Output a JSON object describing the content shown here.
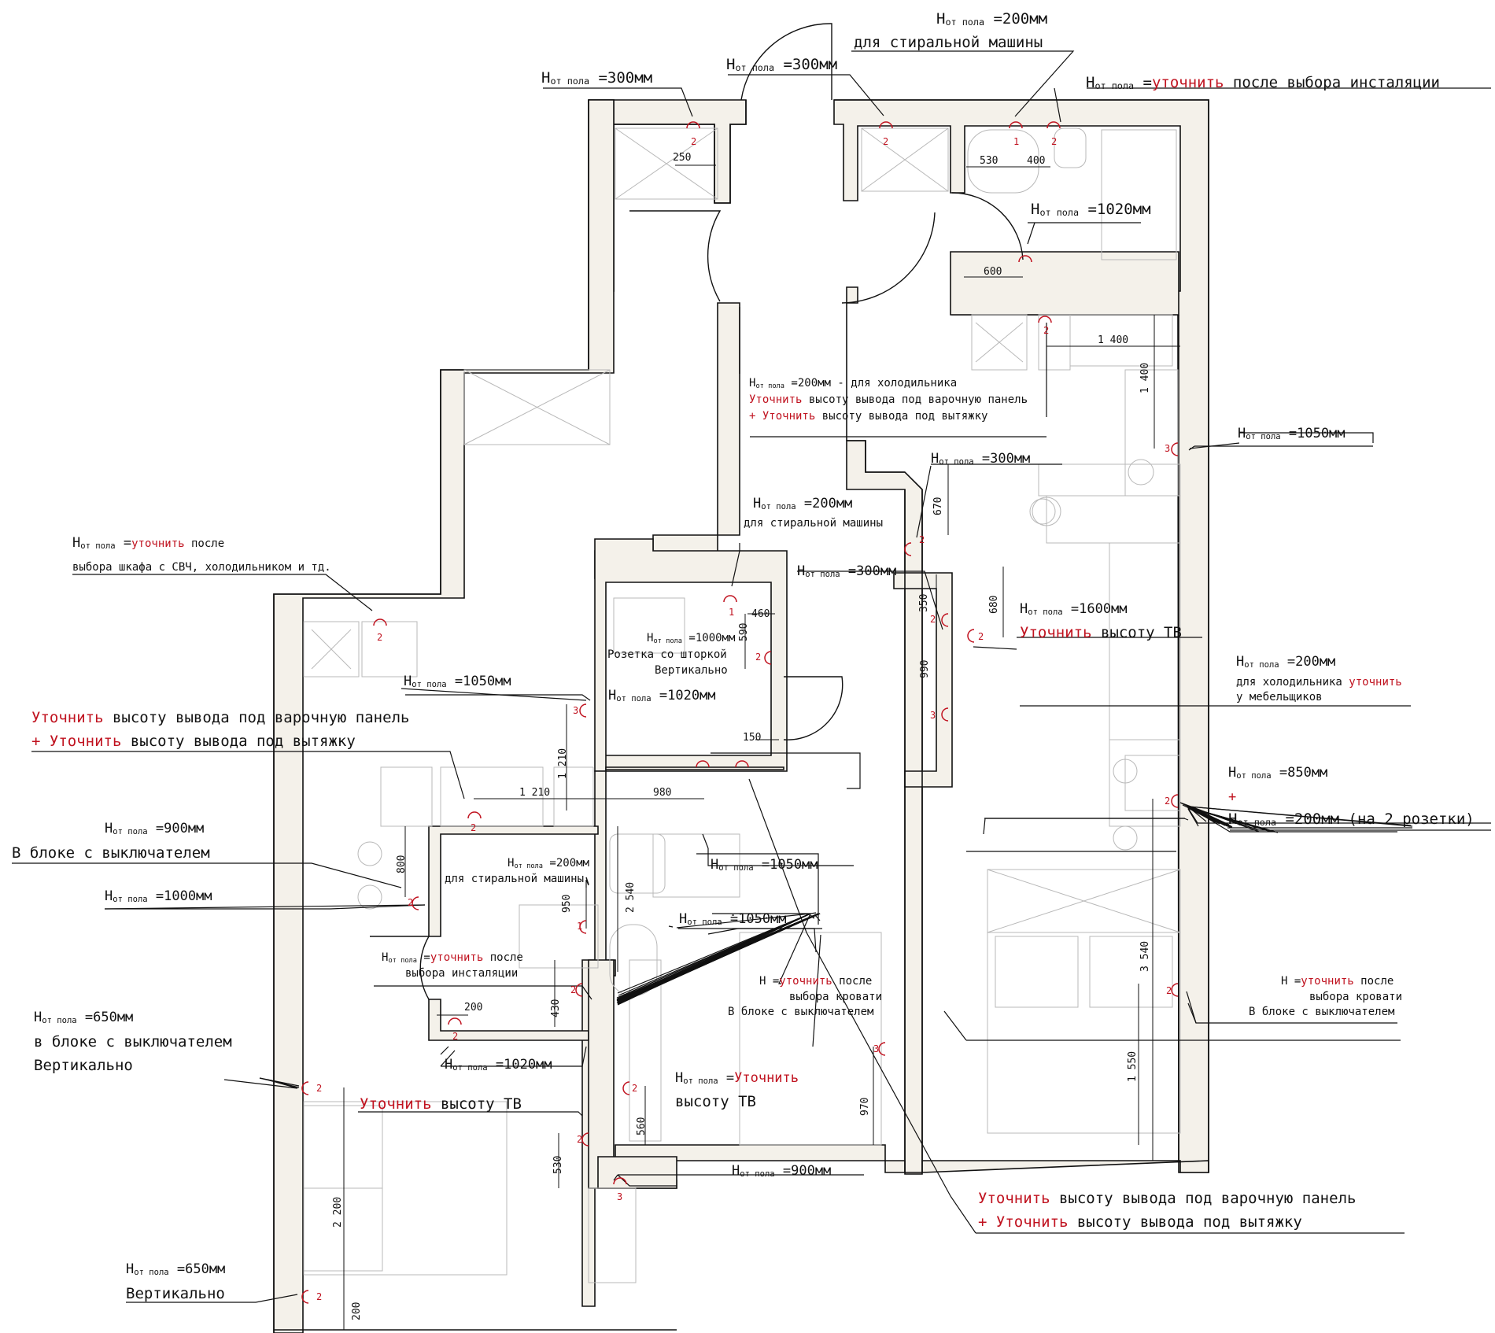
{
  "labels": {
    "h300_a": {
      "h": "H",
      "sub": "от пола",
      "rest": " =300мм"
    },
    "h300_b": {
      "h": "H",
      "sub": "от пола",
      "rest": " =300мм"
    },
    "h200_wash_top": {
      "h": "H",
      "sub": "от пола",
      "rest": " =200мм",
      "line2": "для стиральной машины"
    },
    "h_inst_top": {
      "h": "H",
      "sub": "от пола",
      "pre": " =",
      "red": "уточнить",
      "rest": " после выбора инсталяции"
    },
    "h1020_top": {
      "h": "H",
      "sub": "от пола",
      "rest": " =1020мм"
    },
    "fridge_note": {
      "h": "H",
      "sub": "от пола",
      "rest": " =200мм - для холодильника",
      "red1": "Уточнить",
      "rest1": " высоту вывода под варочную панель",
      "red2": "+ Уточнить",
      "rest2": " высоту вывода под вытяжку"
    },
    "h1050_right": {
      "h": "H",
      "sub": "от пола",
      "rest": " =1050мм"
    },
    "h300_c": {
      "h": "H",
      "sub": "от пола",
      "rest": " =300мм"
    },
    "h200_wash_mid": {
      "h": "H",
      "sub": "от пола",
      "rest": " =200мм",
      "line2": "для стиральной машины"
    },
    "h300_d": {
      "h": "H",
      "sub": "от пола",
      "rest": " =300мм"
    },
    "h1600": {
      "h": "H",
      "sub": "от пола",
      "rest": " =1600мм",
      "red": "Уточнить",
      "rest2": " высоту ТВ"
    },
    "h200_fridge": {
      "h": "H",
      "sub": "от пола",
      "rest": " =200мм",
      "line2": "для холодильника ",
      "red": "уточнить",
      "line3": "у мебельщиков"
    },
    "h850": {
      "h": "H",
      "sub": "от пола",
      "rest": " =850мм",
      "plus": "+",
      "h2": "H",
      "sub2": "от пола",
      "rest2": " =200мм (на 2 розетки)"
    },
    "h_svch": {
      "h": "H",
      "sub": "от пола",
      "pre": " =",
      "red": "уточнить",
      "rest": " после",
      "line2": "выбора шкафа с СВЧ, холодильником и тд."
    },
    "h1000_shutter": {
      "h": "H",
      "sub": "от пола",
      "rest": " =1000мм",
      "line2": "Розетка со шторкой",
      "line3": "Вертикально"
    },
    "h1050_left": {
      "h": "H",
      "sub": "от пола",
      "rest": " =1050мм"
    },
    "h1020_mid": {
      "h": "H",
      "sub": "от пола",
      "rest": " =1020мм"
    },
    "hob_left": {
      "red1": "Уточнить",
      "rest1": " высоту вывода под варочную панель",
      "red2": "+ Уточнить",
      "rest2": " высоту вывода под вытяжку"
    },
    "h900_switch": {
      "h": "H",
      "sub": "от пола",
      "rest": " =900мм",
      "line2": "В блоке с выключателем"
    },
    "h1000": {
      "h": "H",
      "sub": "от пола",
      "rest": " =1000мм"
    },
    "h200_wash_bath": {
      "h": "H",
      "sub": "от пола",
      "rest": " =200мм",
      "line2": "для стиральной машины"
    },
    "h1050_hall": {
      "h": "H",
      "sub": "от пола",
      "rest": " =1050мм"
    },
    "h1050_mid": {
      "h": "H",
      "sub": "от пола",
      "rest": " =1050мм"
    },
    "h_inst_bath": {
      "h": "H",
      "sub": "от пола",
      "pre": " =",
      "red": "уточнить",
      "rest": " после",
      "line2": "выбора инсталяции"
    },
    "bed_mid": {
      "h": "H",
      "pre": " =",
      "red": "уточнить",
      "rest": " после",
      "line2": "выбора кровати",
      "line3": "В блоке с выключателем"
    },
    "bed_right": {
      "h": "H",
      "pre": " =",
      "red": "уточнить",
      "rest": " после",
      "line2": "выбора кровати",
      "line3": "В блоке с выключателем"
    },
    "h650_a": {
      "h": "H",
      "sub": "от пола",
      "rest": " =650мм",
      "line2": "в блоке с выключателем",
      "line3": "Вертикально"
    },
    "h1020_bot": {
      "h": "H",
      "sub": "от пола",
      "rest": " =1020мм"
    },
    "tv_left": {
      "red": "Уточнить",
      "rest": " высоту ТВ"
    },
    "tv_mid": {
      "h": "H",
      "sub": "от пола",
      "pre": " =",
      "red": "Уточнить",
      "line2": "высоту ТВ"
    },
    "h900_bot": {
      "h": "H",
      "sub": "от пола",
      "rest": " =900мм"
    },
    "hob_bot": {
      "red1": "Уточнить",
      "rest1": " высоту вывода под варочную панель",
      "red2": "+ Уточнить",
      "rest2": " высоту вывода под вытяжку"
    },
    "h650_b": {
      "h": "H",
      "sub": "от пола",
      "rest": " =650мм",
      "line2": "Вертикально"
    }
  },
  "dimensions": [
    "250",
    "530",
    "400",
    "600",
    "1 400",
    "1 400",
    "670",
    "460",
    "590",
    "350",
    "680",
    "990",
    "150",
    "1 210",
    "1 210",
    "980",
    "800",
    "950",
    "2 540",
    "430",
    "200",
    "970",
    "560",
    "530",
    "2 200",
    "200",
    "3 540",
    "1 550"
  ],
  "sockets": [
    "2",
    "2",
    "1",
    "2",
    "2",
    "3",
    "2",
    "1",
    "2",
    "2",
    "2",
    "2",
    "3",
    "3",
    "2",
    "1",
    "2",
    "2",
    "2",
    "2",
    "3",
    "2",
    "2",
    "2",
    "2",
    "2",
    "3"
  ],
  "colors": {
    "wall_fill": "#f4f1ea",
    "wall_stroke": "#111111",
    "accent_red": "#c0121f",
    "furniture": "#b8b8b8"
  }
}
